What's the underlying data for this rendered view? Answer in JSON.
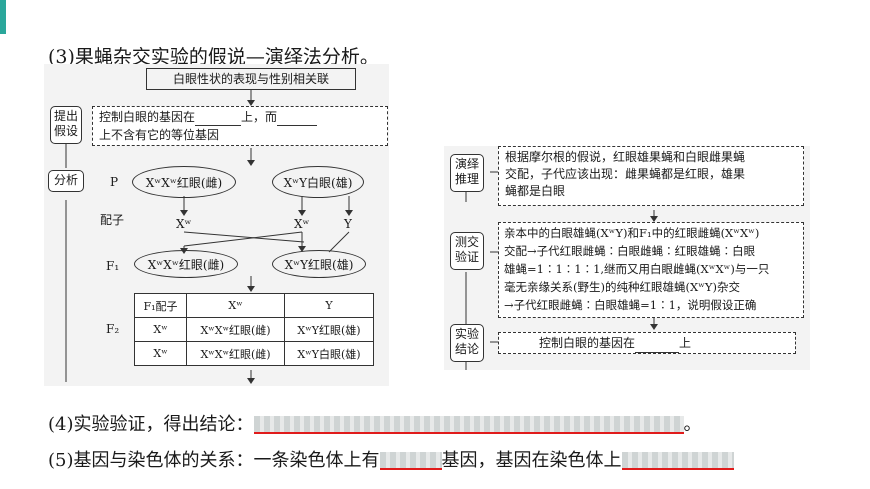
{
  "heading3": "(3)果蝇杂交实验的假说—演绎法分析。",
  "left": {
    "phenomenon": "白眼性状的表现与性别相关联",
    "hypothesis_label": "提出假设",
    "hypothesis_line1": "控制白眼的基因在",
    "hypothesis_mid": "上，而",
    "hypothesis_line2": "上不含有它的等位基因",
    "analysis_label": "分析",
    "p_label": "P",
    "p_female": "XʷXʷ红眼(雌)",
    "p_male": "XʷY白眼(雄)",
    "gamete_label": "配子",
    "gamete_xw": "Xʷ",
    "gamete_xw2": "Xʷ",
    "gamete_y": "Y",
    "f1_label": "F₁",
    "f1_female": "XʷXʷ红眼(雌)",
    "f1_male": "XʷY红眼(雄)",
    "f2_label": "F₂",
    "table_header": [
      "F₁配子",
      "Xʷ",
      "Y"
    ],
    "table_rows": [
      [
        "Xʷ",
        "XʷXʷ红眼(雌)",
        "XʷY红眼(雄)"
      ],
      [
        "Xʷ",
        "XʷXʷ红眼(雌)",
        "XʷY白眼(雄)"
      ]
    ]
  },
  "right": {
    "deduce_label": "演绎推理",
    "deduce_text": [
      "根据摩尔根的假说，红眼雄果蝇和白眼雌果蝇",
      "交配，子代应该出现：雌果蝇都是红眼，雄果",
      "蝇都是白眼"
    ],
    "verify_label": "测交验证",
    "verify_text": [
      "亲本中的白眼雄蝇(XʷY)和F₁中的红眼雌蝇(XʷXʷ)",
      "交配→子代红眼雌蝇∶白眼雌蝇∶红眼雄蝇∶白眼",
      "雄蝇=1∶1∶1∶1,继而又用白眼雌蝇(XʷXʷ)与一只",
      "毫无亲缘关系(野生)的纯种红眼雄蝇(XʷY)杂交",
      "→子代红眼雌蝇∶白眼雄蝇=1∶1，说明假设正确"
    ],
    "conclusion_label": "实验结论",
    "conclusion_text": "控制白眼的基因在",
    "conclusion_end": "上"
  },
  "line4_prefix": "(4)实验验证，得出结论：",
  "line4_suffix": "。",
  "line5_prefix": "(5)基因与染色体的关系：一条染色体上有",
  "line5_mid": "基因，基因在染色体上",
  "colors": {
    "accent_teal": "#2aa79b",
    "answer_red": "#e01b1b"
  }
}
